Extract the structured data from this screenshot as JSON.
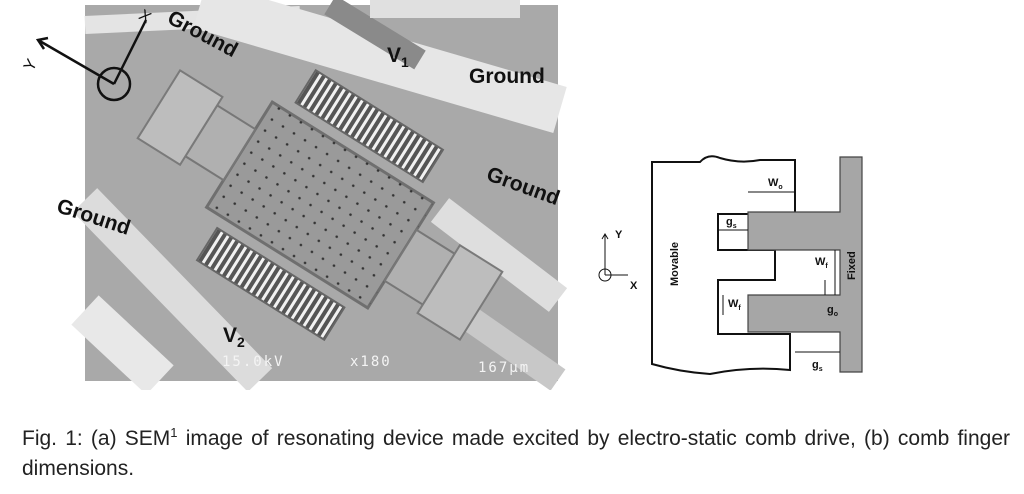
{
  "sem_image": {
    "labels": {
      "ground_top": "Ground",
      "v1": "V",
      "v1_sub": "1",
      "ground_right_top": "Ground",
      "ground_right": "Ground",
      "ground_left": "Ground",
      "v2": "V",
      "v2_sub": "2"
    },
    "axes": {
      "x": "X",
      "y": "Y"
    },
    "scale_bar": {
      "voltage": "15.0kV",
      "magnification": "x180",
      "length": "167µm"
    }
  },
  "comb_diagram": {
    "axes": {
      "y": "Y",
      "x": "X"
    },
    "labels": {
      "movable": "Movable",
      "fixed": "Fixed",
      "wo": "W",
      "wo_sub": "o",
      "gs_top": "g",
      "gs_top_sub": "s",
      "wf_right": "W",
      "wf_right_sub": "f",
      "wf_left": "W",
      "wf_left_sub": "f",
      "go": "g",
      "go_sub": "o",
      "gs_bottom": "g",
      "gs_bottom_sub": "s"
    }
  },
  "caption": {
    "prefix": "Fig. 1: (a) SEM",
    "superscript": "1",
    "rest": " image of resonating device made excited by electro-static comb drive, (b) comb finger dimensions."
  }
}
